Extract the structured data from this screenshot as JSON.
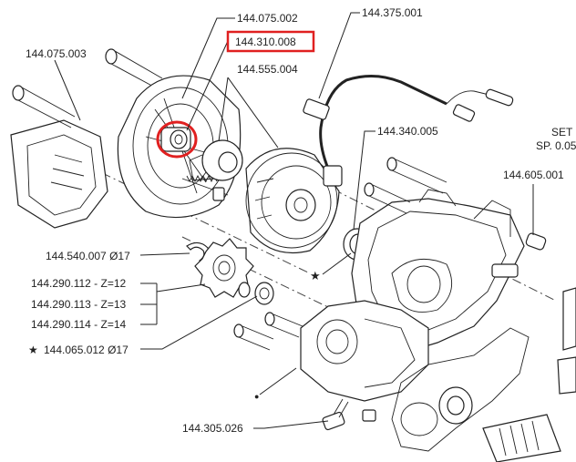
{
  "colors": {
    "highlight": "#e02020",
    "ink": "#222222"
  },
  "callouts": {
    "stator_cover": "144.075.002",
    "bearing_highlighted": "144.310.008",
    "sensor_cable": "144.375.001",
    "cover_left": "144.075.003",
    "flywheel": "144.555.004",
    "oil_seal": "144.340.005",
    "set_line1": "SET",
    "set_line2": "SP. 0.05",
    "dowel": "144.605.001",
    "circlip": "144.540.007 Ø17",
    "sprocket_12": "144.290.112 - Z=12",
    "sprocket_13": "144.290.113 - Z=13",
    "sprocket_14": "144.290.114 - Z=14",
    "seal_star": "144.065.012 Ø17",
    "screw_bottom": "144.305.026"
  },
  "symbols": {
    "star": "★",
    "dot": "●"
  }
}
